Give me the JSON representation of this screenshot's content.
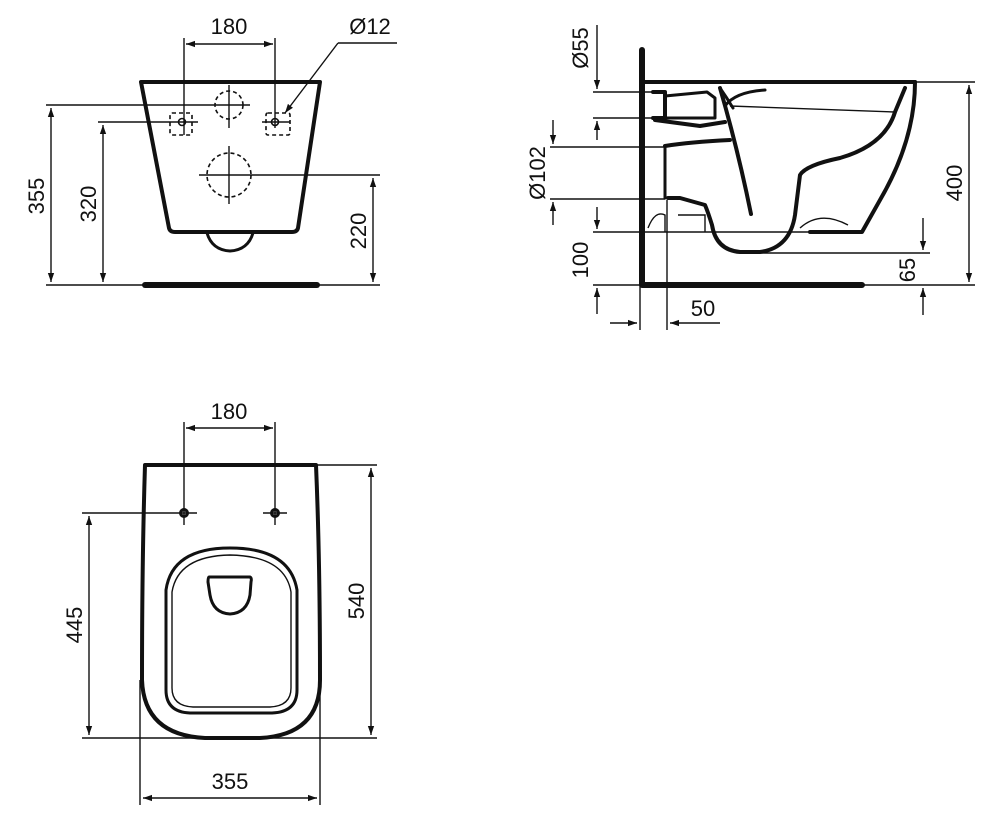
{
  "drawing": {
    "type": "technical-dimension-drawing",
    "subject": "wall-hung toilet",
    "units": "mm",
    "views": {
      "rear_view": {
        "labels": {
          "fixing_spacing": "180",
          "fixing_hole_diameter": "Ø12",
          "top_height": "355",
          "fixing_height": "320",
          "outlet_height": "220"
        }
      },
      "side_view": {
        "labels": {
          "inlet_diameter": "Ø55",
          "outlet_diameter": "Ø102",
          "outlet_offset": "100",
          "wall_offset": "50",
          "total_height": "400",
          "bowl_clearance": "65"
        }
      },
      "top_view": {
        "labels": {
          "fixing_spacing": "180",
          "fixing_depth": "445",
          "total_depth": "540",
          "width": "355"
        }
      }
    },
    "colors": {
      "line": "#111111",
      "background": "#ffffff"
    }
  }
}
